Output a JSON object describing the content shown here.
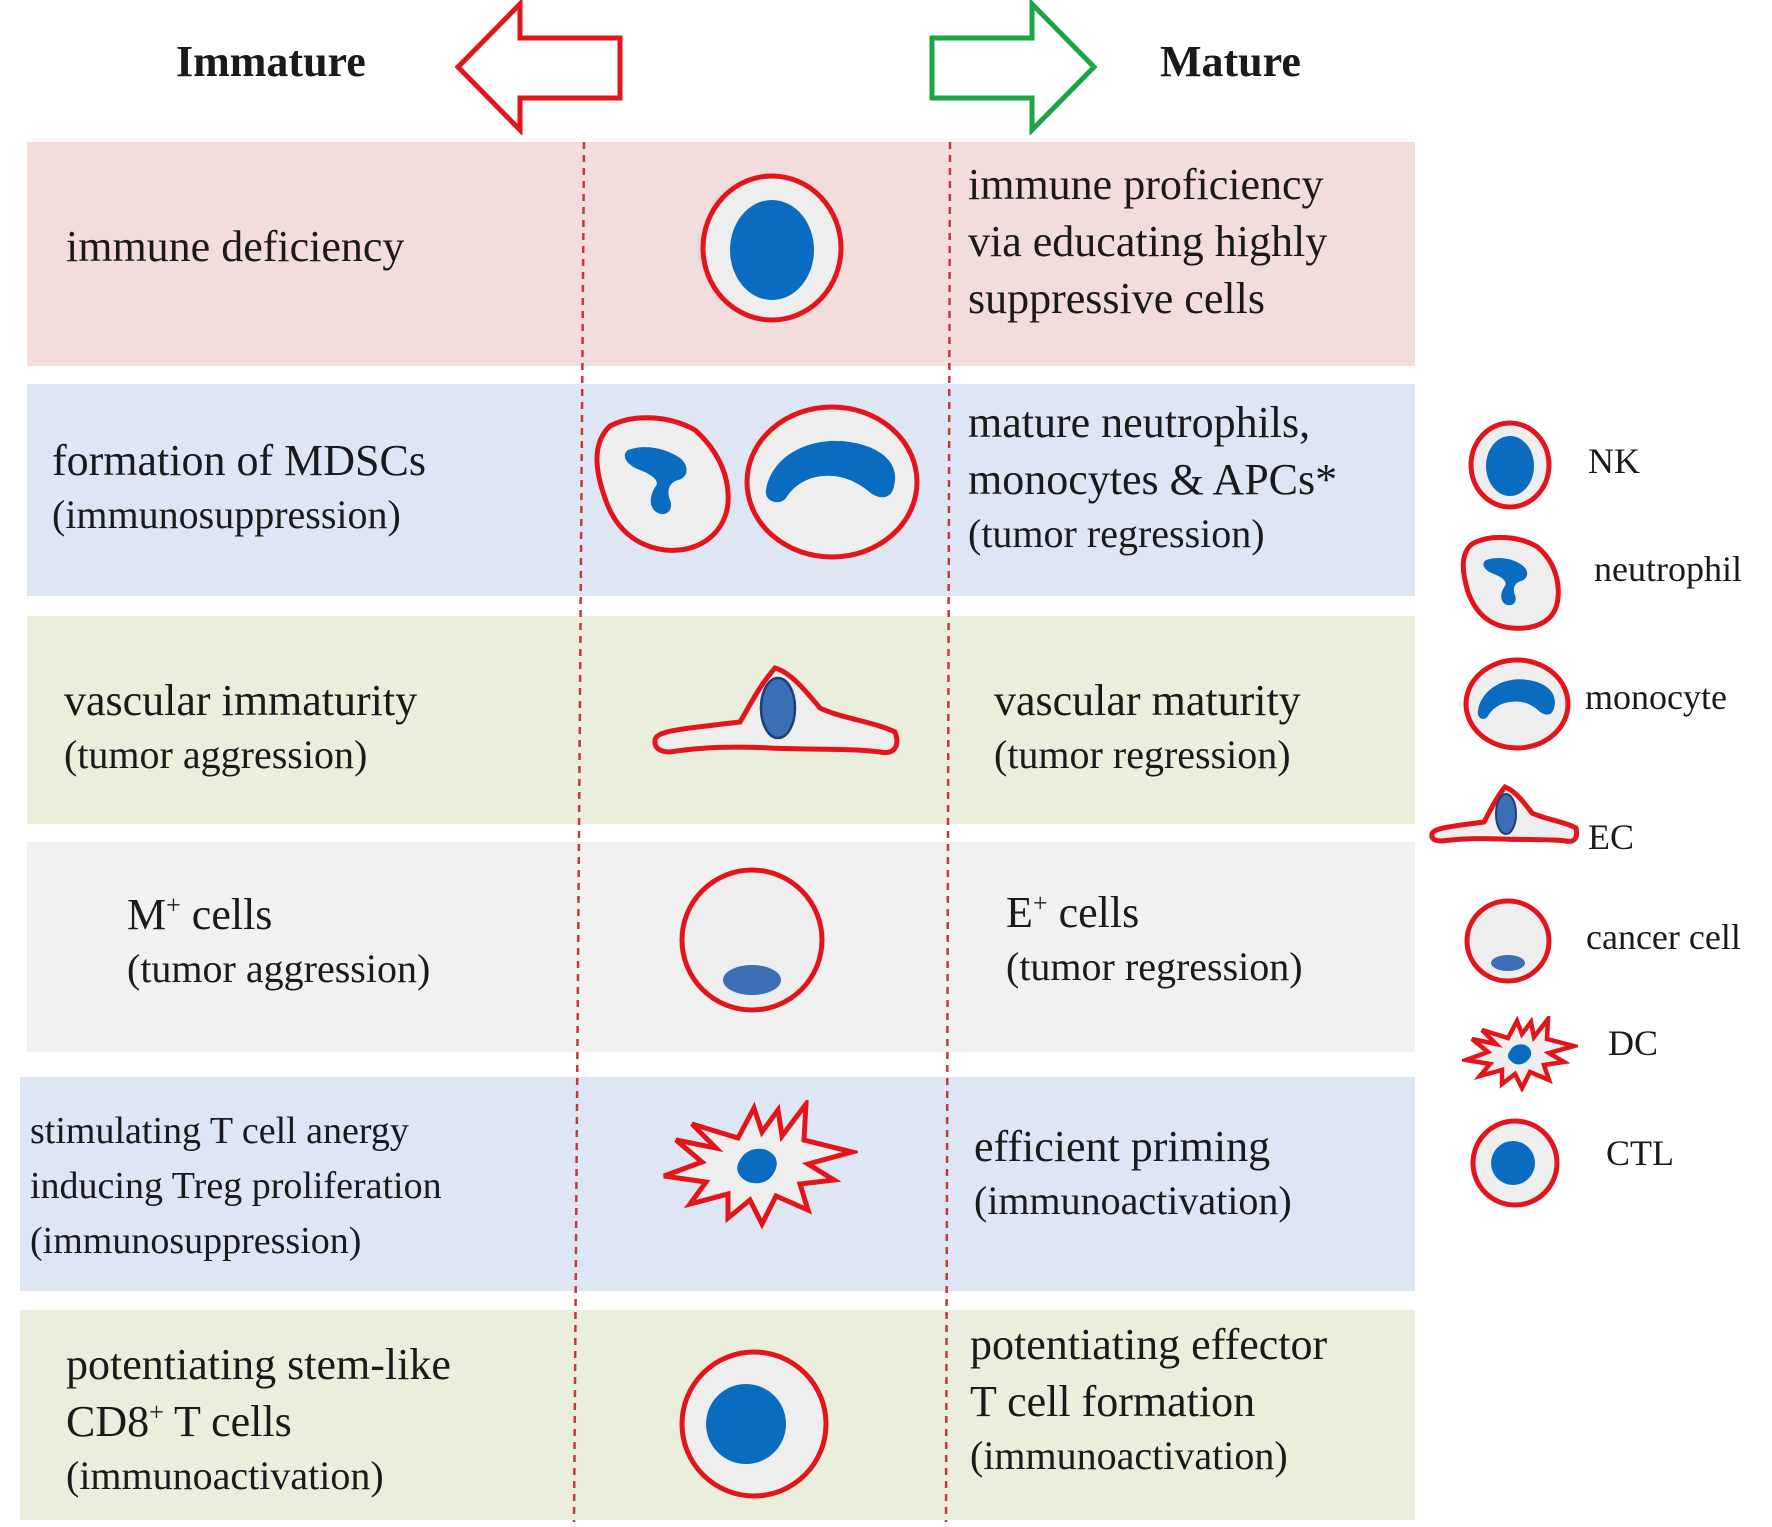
{
  "header": {
    "left": "Immature",
    "right": "Mature"
  },
  "colors": {
    "red_outline": "#e4141b",
    "blue_nucleus": "#0a6cc0",
    "left_arrow": "#e4141b",
    "right_arrow": "#1aa543",
    "row_pink": "#f2dcdc",
    "row_blue": "#dde6f2",
    "row_green": "#eaeedd",
    "row_grey": "#f1f1f1",
    "cell_fill": "#eeeeee"
  },
  "rows": [
    {
      "left": {
        "line1": "immune deficiency"
      },
      "right": {
        "line1": "immune proficiency",
        "line2": "via educating highly",
        "line3": "suppressive cells"
      },
      "icon": "nk-cell-icon"
    },
    {
      "left": {
        "line1": "formation of MDSCs",
        "line2": "(immunosuppression)"
      },
      "right": {
        "line1": "mature neutrophils,",
        "line2": "monocytes & APCs*",
        "line3": "(tumor regression)"
      },
      "icon": "neutrophil-and-monocyte-icon"
    },
    {
      "left": {
        "line1": "vascular immaturity",
        "line2": "(tumor aggression)"
      },
      "right": {
        "line1": "vascular maturity",
        "line2": "(tumor regression)"
      },
      "icon": "ec-cell-icon"
    },
    {
      "left": {
        "base": "M",
        "sup": "+",
        "rest": " cells",
        "line2": "(tumor aggression)"
      },
      "right": {
        "base": "E",
        "sup": "+",
        "rest": " cells",
        "line2": "(tumor regression)"
      },
      "icon": "cancer-cell-icon"
    },
    {
      "left": {
        "line1": "stimulating T cell anergy",
        "line2": "inducing Treg proliferation",
        "line3": "(immunosuppression)"
      },
      "right": {
        "line1": "efficient priming",
        "line2": "(immunoactivation)"
      },
      "icon": "dc-cell-icon"
    },
    {
      "left": {
        "line1": "potentiating stem-like",
        "base": "CD8",
        "sup": "+",
        "rest": " T cells",
        "line3": "(immunoactivation)"
      },
      "right": {
        "line1": "potentiating effector",
        "line2": "T cell formation",
        "line3": " (immunoactivation)"
      },
      "icon": "ctl-cell-icon"
    }
  ],
  "legend": [
    {
      "label": "NK",
      "icon": "nk-icon"
    },
    {
      "label": "neutrophil",
      "icon": "neutrophil-icon"
    },
    {
      "label": "monocyte",
      "icon": "monocyte-icon"
    },
    {
      "label": "EC",
      "icon": "ec-icon"
    },
    {
      "label": "cancer cell",
      "icon": "cancer-cell-icon"
    },
    {
      "label": "DC",
      "icon": "dc-icon"
    },
    {
      "label": "CTL",
      "icon": "ctl-icon"
    }
  ]
}
